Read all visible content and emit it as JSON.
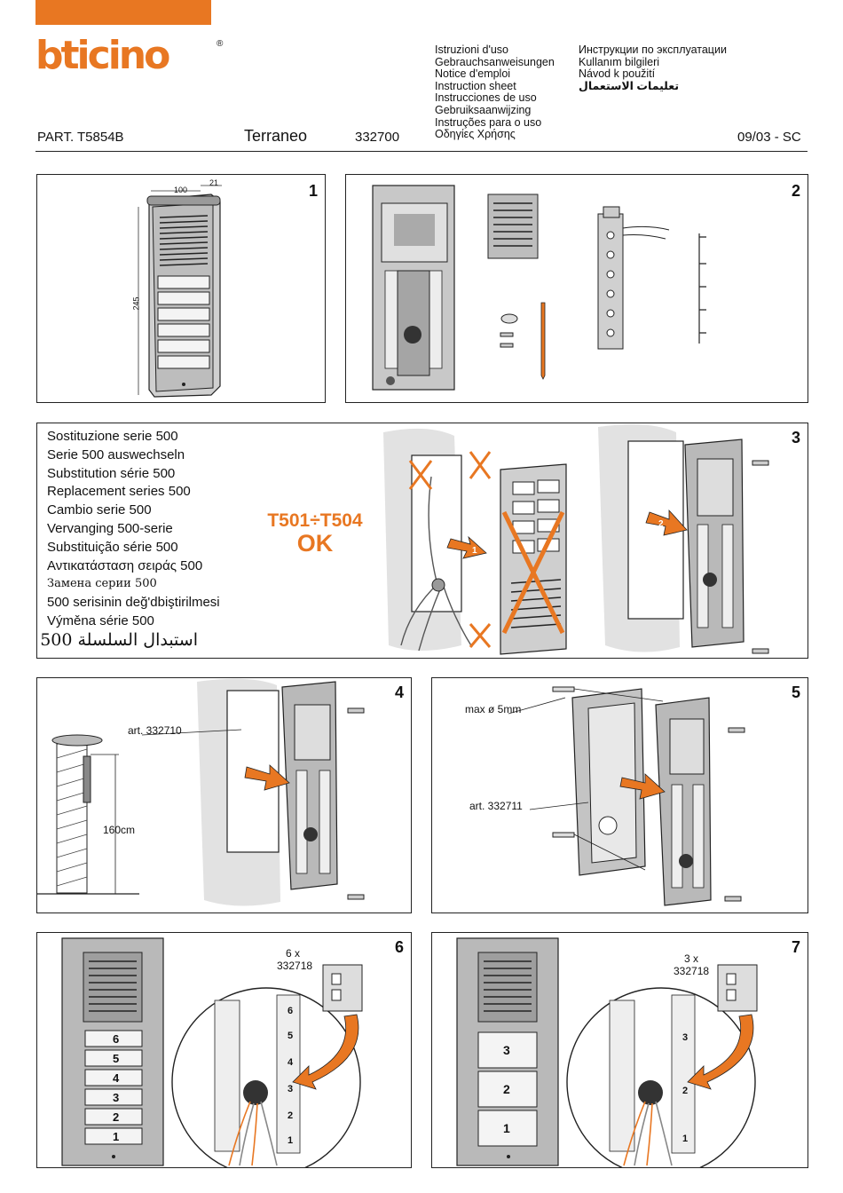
{
  "header": {
    "brand": "bticino",
    "registered": "®",
    "part": "PART. T5854B",
    "product": "Terraneo",
    "code": "332700",
    "date": "09/03 - SC",
    "instructions_left": [
      "Istruzioni d'uso",
      "Gebrauchsanweisungen",
      "Notice d'emploi",
      "Instruction sheet",
      "Instrucciones de uso",
      "Gebruiksaanwijzing",
      "Instruções para o uso",
      "Οδηγίες Χρήσης"
    ],
    "instructions_right": [
      "Инструкции по эксплуатации",
      "Kullanım bilgileri",
      "Návod k použití",
      "تعليمات الاستعمال"
    ]
  },
  "panels": {
    "p1": {
      "number": "1",
      "dim_width": "100",
      "dim_depth": "21",
      "dim_height": "245"
    },
    "p2": {
      "number": "2"
    },
    "p3": {
      "number": "3",
      "replacement_titles": [
        "Sostituzione serie 500",
        "Serie 500 auswechseln",
        "Substitution série 500",
        "Replacement series 500",
        "Cambio serie 500",
        "Vervanging 500-serie",
        "Substituição série 500",
        "Αντικατάσταση σειράς 500",
        "Замена серии 500",
        "500 serisinin değ'dbiştirilmesi",
        "Výměna série 500",
        "استبدال السلسلة 500"
      ],
      "compatible_range": "T501÷T504",
      "compatible_status": "OK",
      "step_1": "1",
      "step_2": "2"
    },
    "p4": {
      "number": "4",
      "box_article": "art. 332710",
      "mount_height": "160cm"
    },
    "p5": {
      "number": "5",
      "screw_max": "max ø 5mm",
      "box_article": "art. 332711"
    },
    "p6": {
      "number": "6",
      "module_qty": "6 x",
      "module_article": "332718",
      "buttons": [
        "6",
        "5",
        "4",
        "3",
        "2",
        "1"
      ]
    },
    "p7": {
      "number": "7",
      "module_qty": "3 x",
      "module_article": "332718",
      "buttons": [
        "3",
        "2",
        "1"
      ]
    }
  },
  "colors": {
    "accent": "#e87722",
    "panel_border": "#222222",
    "device_grey": "#b9b9b9",
    "wall_grey": "#e2e2e2"
  }
}
